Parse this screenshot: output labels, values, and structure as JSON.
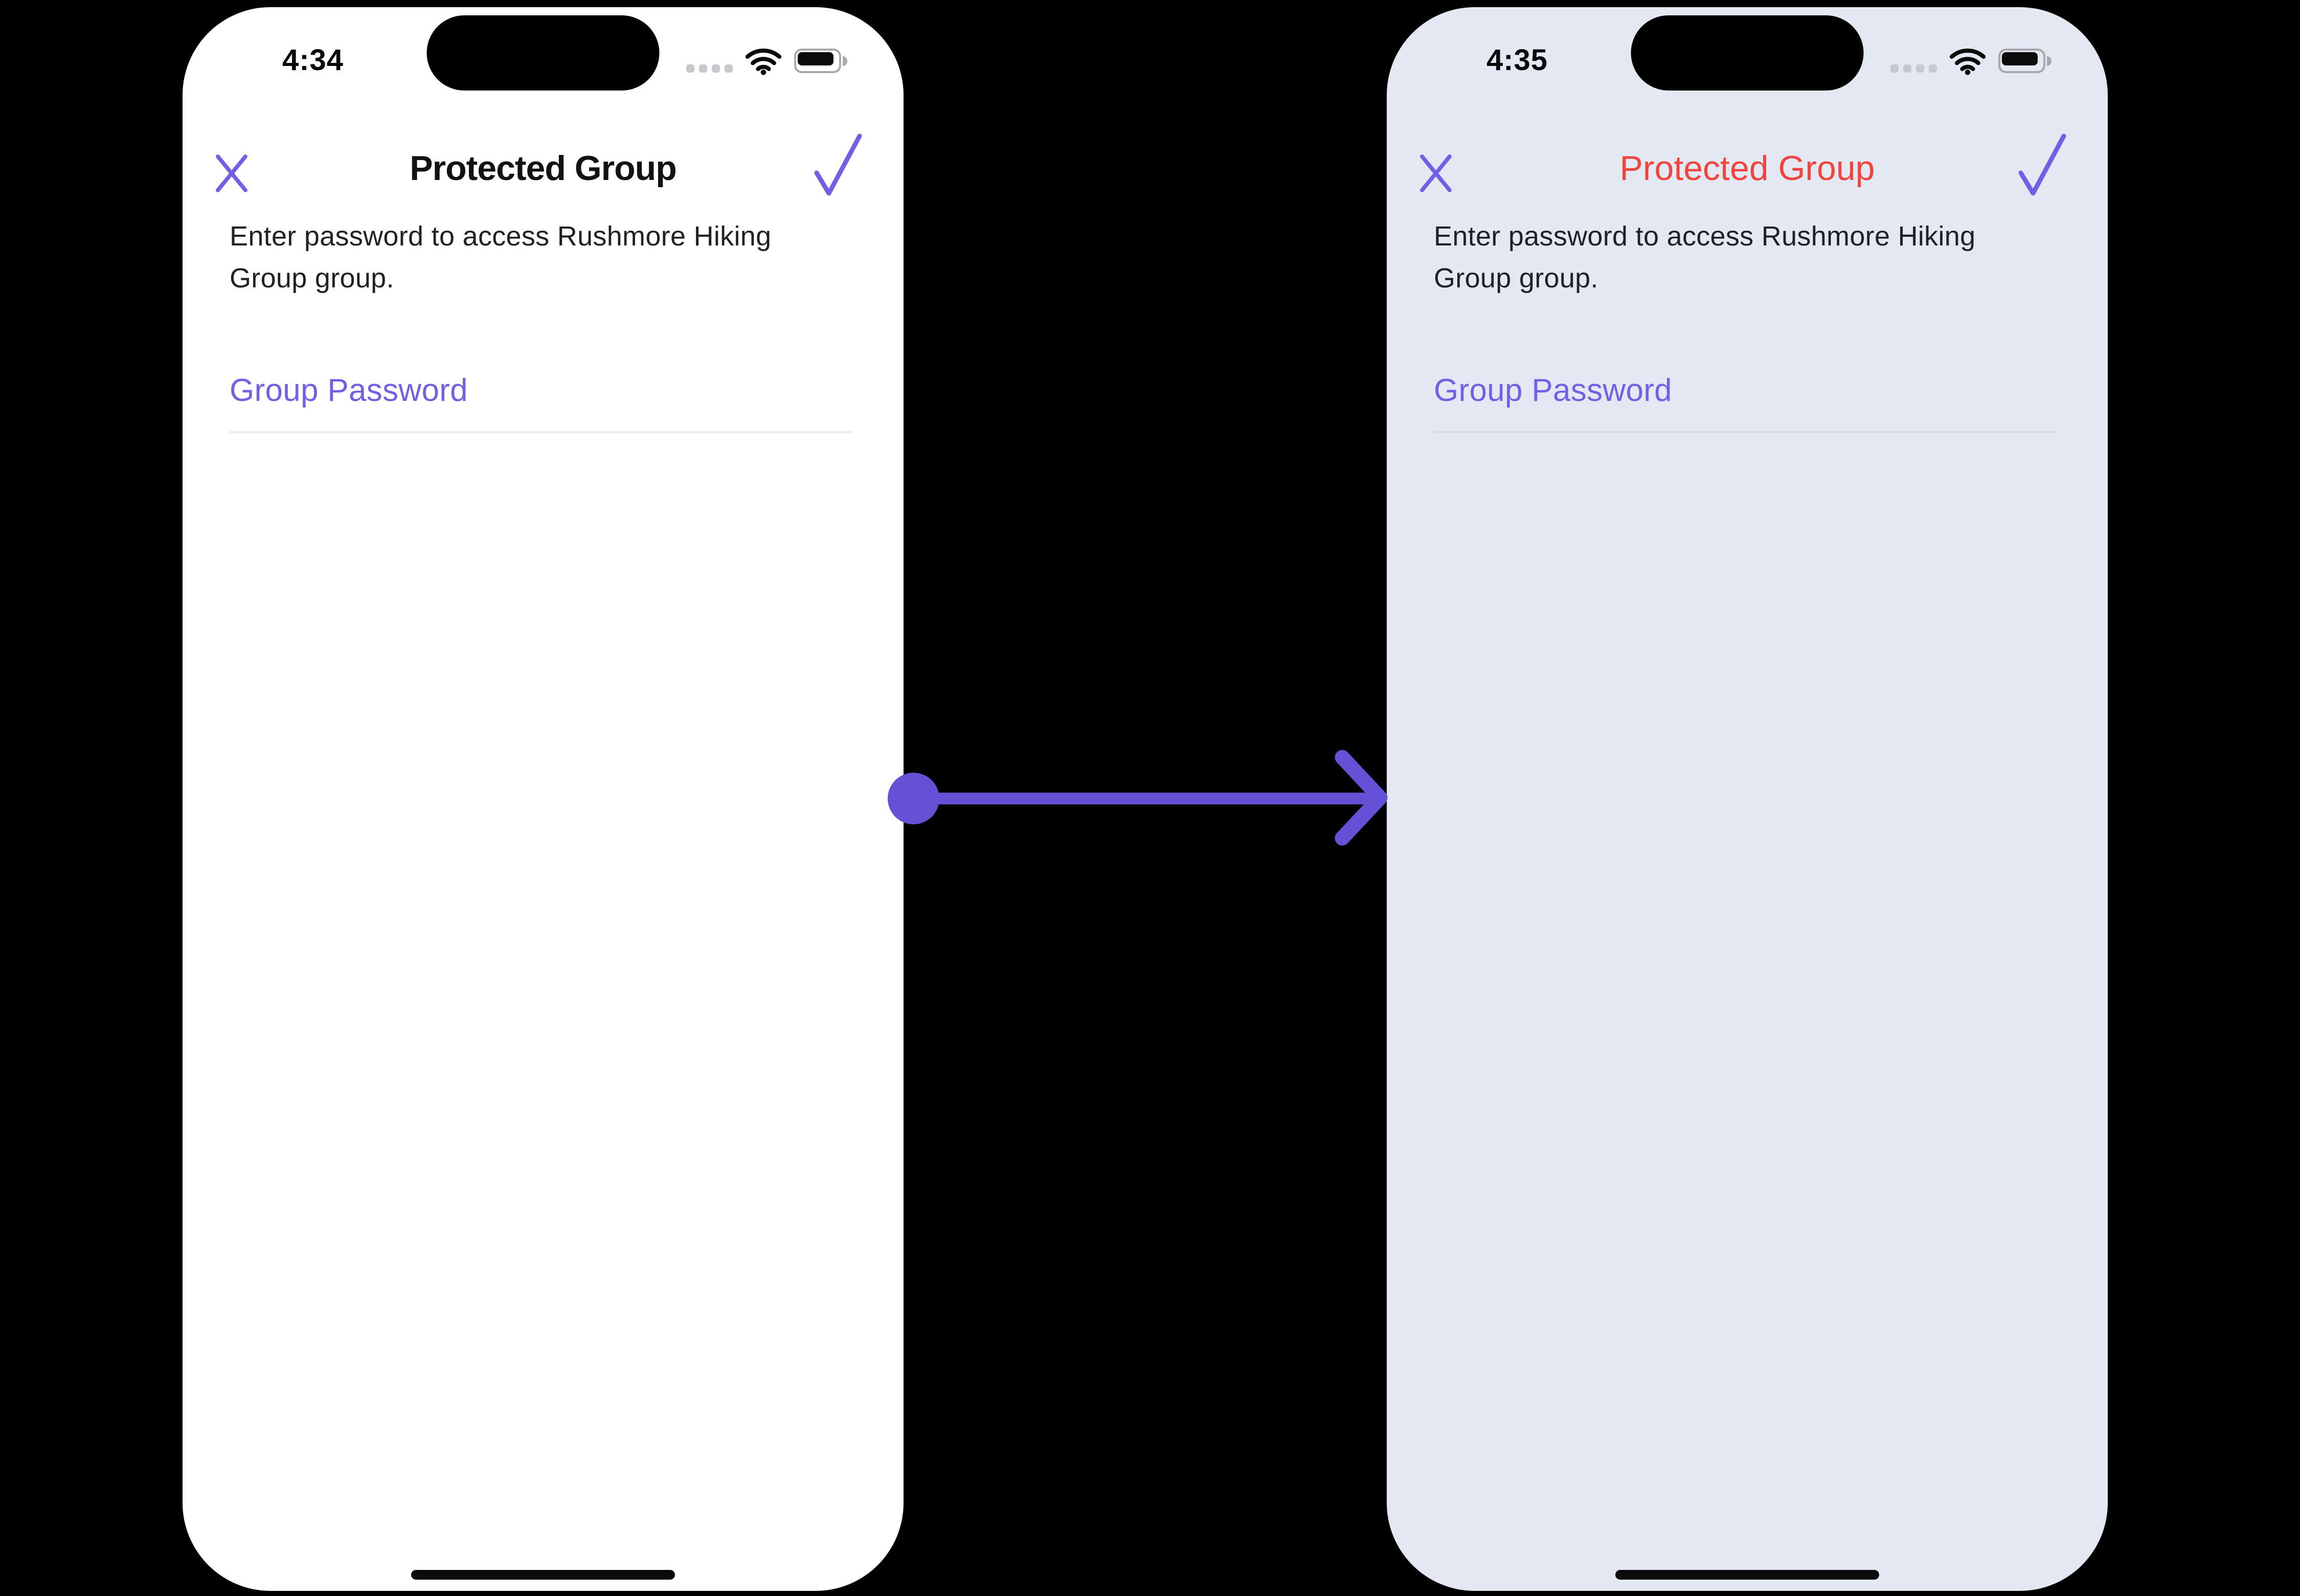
{
  "colors": {
    "canvas-bg": "#000000",
    "accent-purple": "#7061E4",
    "arrow-purple": "#6451D6",
    "title-red": "#F0453C",
    "before-bg": "#FFFFFF",
    "after-bg": "#E4E8F3",
    "title-dark": "#121212",
    "body-text": "#1F2124",
    "divider-before": "#ECECEE",
    "divider-after": "#D9DCE5",
    "signal-dot": "#C6C8CC"
  },
  "phones": [
    {
      "id": "before",
      "status_bar": {
        "time": "4:34",
        "signal_icon": "cellular-signal-dots",
        "wifi_icon": "wifi",
        "battery_icon": "battery-full"
      },
      "header": {
        "close_icon": "close-x",
        "title": "Protected Group",
        "confirm_icon": "checkmark"
      },
      "description": "Enter password to access Rushmore Hiking Group group.",
      "password_field": {
        "label": "Group Password",
        "value": ""
      }
    },
    {
      "id": "after",
      "status_bar": {
        "time": "4:35",
        "signal_icon": "cellular-signal-dots",
        "wifi_icon": "wifi",
        "battery_icon": "battery-full"
      },
      "header": {
        "close_icon": "close-x",
        "title": "Protected Group",
        "confirm_icon": "checkmark"
      },
      "description": "Enter password to access Rushmore Hiking Group group.",
      "password_field": {
        "label": "Group Password",
        "value": ""
      }
    }
  ],
  "transition_arrow": {
    "direction": "right"
  }
}
